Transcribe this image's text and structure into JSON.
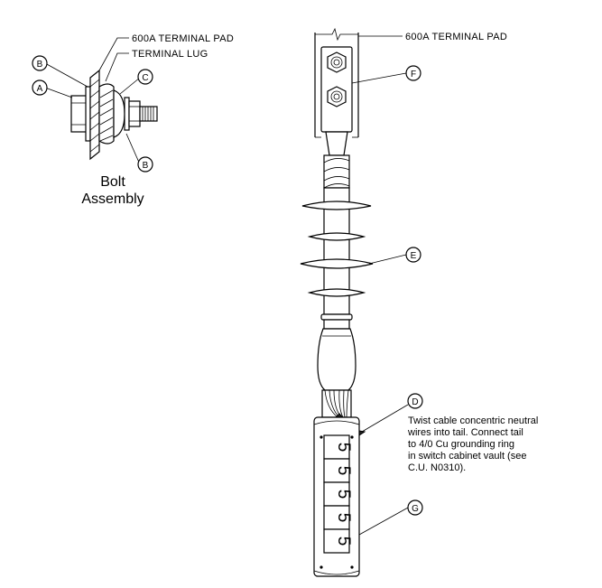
{
  "labels": {
    "terminal_pad_left": "600A TERMINAL PAD",
    "terminal_lug": "TERMINAL LUG",
    "terminal_pad_right": "600A TERMINAL PAD",
    "bolt_title_1": "Bolt",
    "bolt_title_2": "Assembly"
  },
  "callouts": {
    "A": "A",
    "B_top": "B",
    "B_bottom": "B",
    "C": "C",
    "D": "D",
    "E": "E",
    "F": "F",
    "G": "G"
  },
  "note_lines": [
    "Twist cable concentric neutral",
    "wires into tail. Connect tail",
    "to 4/0 Cu grounding ring",
    "in switch cabinet vault (see",
    "C.U. N0310)."
  ],
  "marker_digits": [
    "5",
    "5",
    "5",
    "5",
    "5"
  ]
}
